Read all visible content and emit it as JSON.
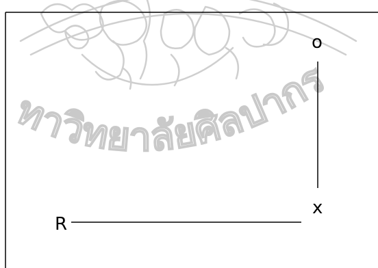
{
  "watermark": {
    "text": "ทาวิทยาลัยศิลปากร",
    "color": "#c9c9c9"
  },
  "diagram": {
    "label_top": "o",
    "label_right": "x",
    "label_left": "R",
    "line_color": "#000000",
    "frame_color": "#000000"
  }
}
